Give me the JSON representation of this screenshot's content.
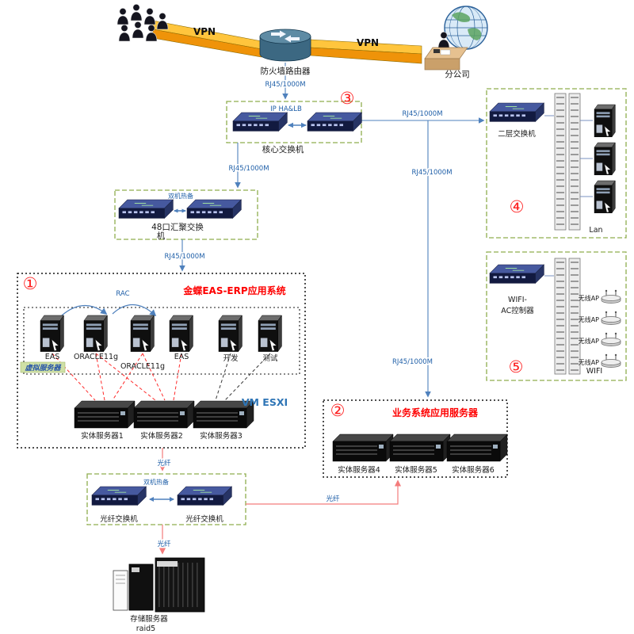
{
  "accent_colors": {
    "link_blue": "#4f81bd",
    "fiber_red": "#f47c7c",
    "zone_green": "#8fae4e",
    "marker_red": "#fe2020",
    "label_blue": "#1f5fa8",
    "vpn_orange": "#ef9309"
  },
  "top": {
    "vpn_left": "VPN",
    "vpn_right": "VPN",
    "firewall": "防火墙路由器",
    "firewall_link": "RJ45/1000M",
    "branch": "分公司"
  },
  "core": {
    "num": "③",
    "ha": "IP HA&LB",
    "label": "核心交换机",
    "link_right": "RJ45/1000M",
    "link_down": "RJ45/1000M",
    "link_v1": "RJ45/1000M",
    "link_v2": "RJ45/1000M"
  },
  "lan": {
    "num": "④",
    "switch_label": "二层交换机",
    "label": "Lan"
  },
  "agg": {
    "ha": "双机热备",
    "label_line1": "48口汇聚交换",
    "label_line2": "机",
    "link_down": "RJ45/1000M"
  },
  "erp": {
    "num": "①",
    "title": "金蝶EAS-ERP应用系统",
    "rac": "RAC",
    "vm_tag": "虚拟服务器",
    "vm_servers": [
      "EAS",
      "ORACLE11g",
      "ORACLE11g",
      "EAS",
      "开发",
      "测试"
    ],
    "esxi": "VM ESXI",
    "hosts": [
      "实体服务器1",
      "实体服务器2",
      "实体服务器3"
    ]
  },
  "biz": {
    "num": "②",
    "title": "业务系统应用服务器",
    "hosts": [
      "实体服务器4",
      "实体服务器5",
      "实体服务器6"
    ]
  },
  "san": {
    "ha": "双机热备",
    "switches": [
      "光纤交换机",
      "光纤交换机"
    ],
    "fiber_top": "光纤",
    "fiber_right": "光纤",
    "fiber_down": "光纤"
  },
  "storage": {
    "name": "存储服务器",
    "raid": "raid5"
  },
  "wifi": {
    "num": "⑤",
    "controller_line1": "WIFI-",
    "controller_line2": "AC控制器",
    "ap_label": "无线AP",
    "label": "WIFI"
  }
}
